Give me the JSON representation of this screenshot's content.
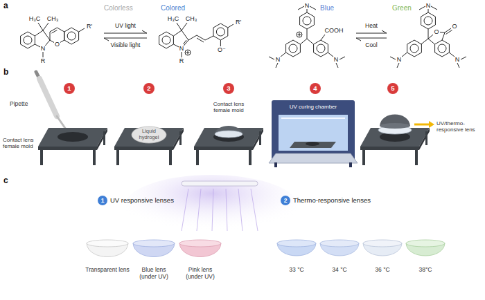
{
  "diagram": {
    "nodes": [
      {
        "text": [
          "1"
        ]
      },
      {
        "text": [
          "2"
        ]
      },
      {
        "text": [
          "3"
        ]
      },
      {
        "text": [
          "4"
        ]
      },
      {
        "text": [
          "5"
        ]
      },
      {
        "text": [
          "1"
        ]
      },
      {
        "text": [
          "2"
        ]
      }
    ],
    "labels": [
      "a",
      "Colorless",
      "Colored",
      "Blue",
      "Green",
      "H₃C",
      "CH₃",
      "N",
      "R",
      "O",
      "R'",
      "UV light",
      "Visible light",
      "H₃C",
      "CH₃",
      "N",
      "R",
      "O⁻",
      "R'",
      "N",
      "COOH",
      "N",
      "N",
      "Heat",
      "Cool",
      "N",
      "O",
      "O",
      "N",
      "N",
      "b",
      "Pipette",
      "Contact lens female mold",
      "Liquid hydrogel",
      "Contact lens female mold",
      "UV curing chamber",
      "UV/thermo-responsive lens",
      "c",
      "UV responsive lenses",
      "Thermo-responsive lenses",
      "Transparent lens",
      "Blue lens (under UV)",
      "Pink lens (under UV)",
      "33 °C",
      "34 °C",
      "36 °C",
      "38°C"
    ]
  }
}
